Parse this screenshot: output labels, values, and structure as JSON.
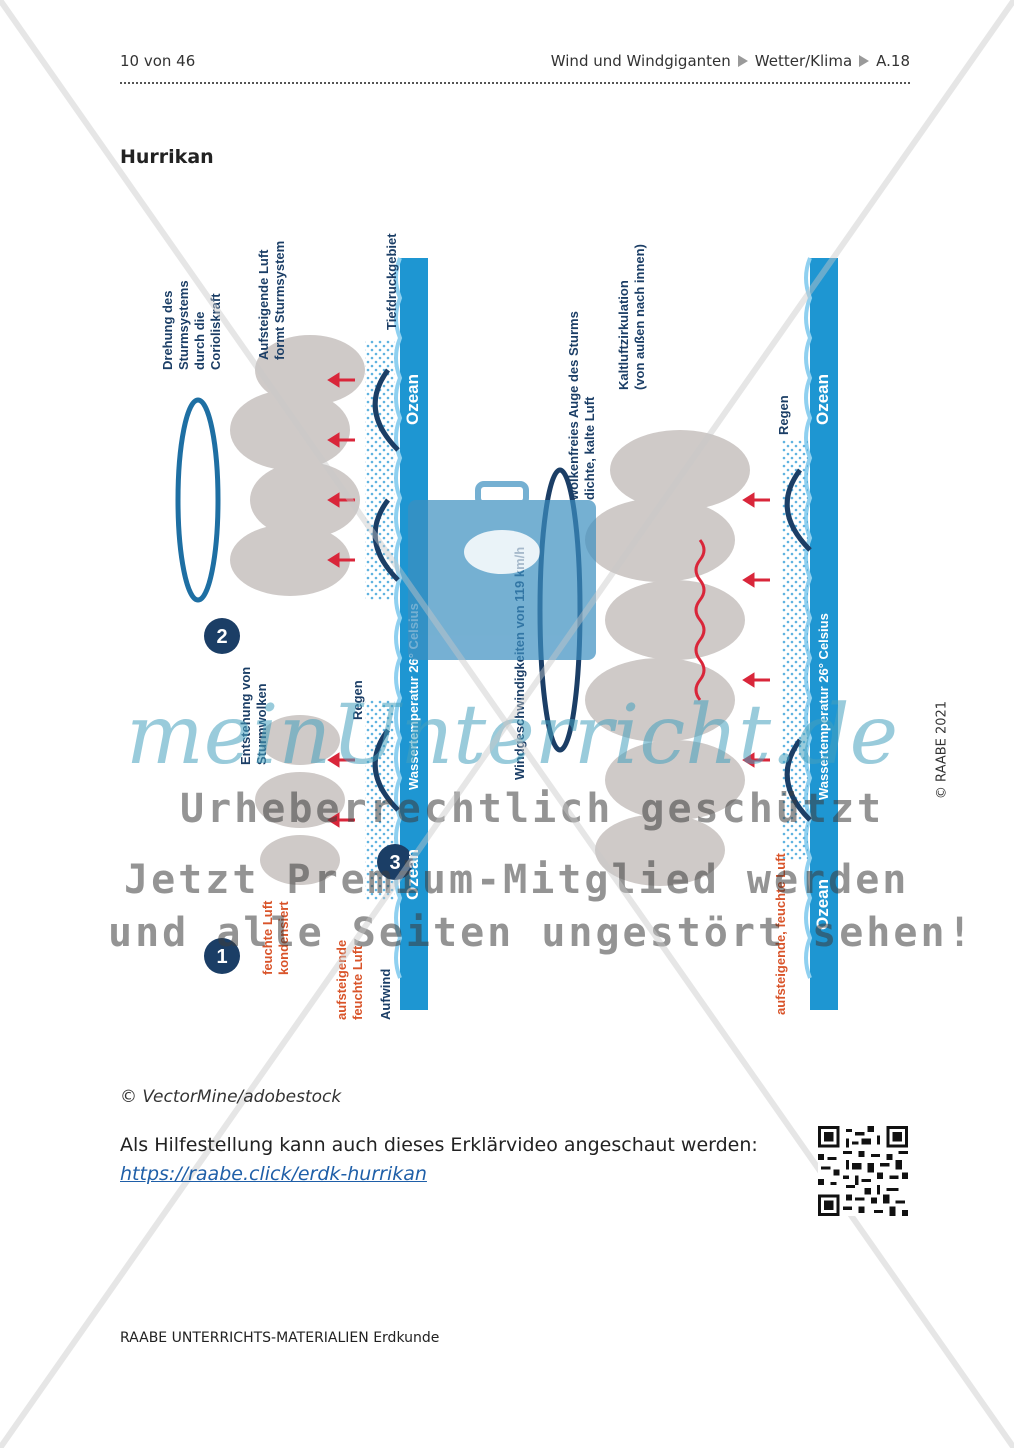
{
  "header": {
    "page_counter": "10 von 46",
    "crumbs": [
      "Wind und Windgiganten",
      "Wetter/Klima",
      "A.18"
    ]
  },
  "section_title": "Hurrikan",
  "side_copyright": "© RAABE 2021",
  "diagram": {
    "badges": [
      "1",
      "2",
      "3"
    ],
    "labels": {
      "rotation": [
        "Drehung des",
        "Sturmsystems",
        "durch die",
        "Corioliskraft"
      ],
      "rising_forms": [
        "Aufsteigende Luft",
        "formt Sturmsystem"
      ],
      "low_pressure": "Tiefdruckgebiet",
      "ocean": "Ozean",
      "storm_clouds": [
        "Entstehung von",
        "Sturmwolken"
      ],
      "rain": "Regen",
      "humid_condensed": [
        "feuchte Luft",
        "kondensiert"
      ],
      "rising_humid": [
        "aufsteigende",
        "feuchte Luft"
      ],
      "updraft": "Aufwind",
      "water_temp": "Wassertemperatur 26° Celsius",
      "wind_speed": "Windgeschwindigkeiten von 119 km/h",
      "eye": [
        "wolkenfreies Auge des Sturms",
        "dichte, kalte Luft"
      ],
      "cold_circulation": [
        "Kaltluftzirkulation",
        "(von außen nach innen)"
      ],
      "rising_humid_2": "aufsteigende, feuchte Luft"
    }
  },
  "watermark": {
    "brand": "meinUnterricht.de",
    "lines": [
      "Urheberrechtlich geschützt",
      "Jetzt Premium-Mitglied werden",
      "und alle Seiten ungestört sehen!"
    ]
  },
  "credit": "© VectorMine/adobestock",
  "help_text": "Als Hilfestellung kann auch dieses Erklärvideo angeschaut werden:",
  "help_link": "https://raabe.click/erdk-hurrikan",
  "footer": "RAABE UNTERRICHTS-MATERIALIEN Erdkunde",
  "colors": {
    "ocean": "#1e96d2",
    "navy": "#1b3e66",
    "red_arrow": "#d9263a",
    "orange_label": "#d9542a",
    "cloud": "#c9c4c2",
    "watermark_teal": "#46a0be"
  }
}
